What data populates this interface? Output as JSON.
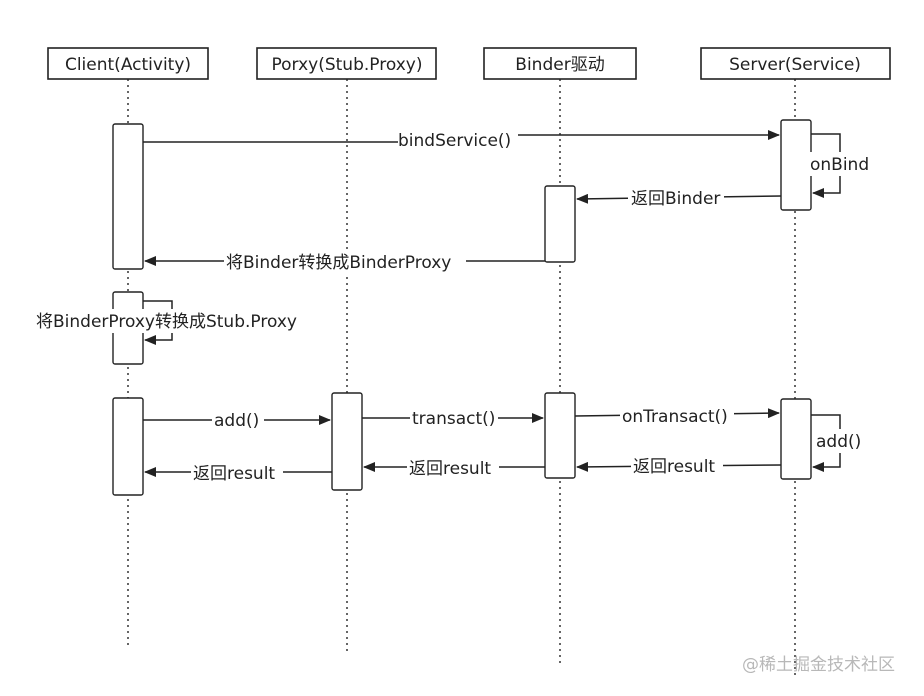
{
  "participants": [
    {
      "id": "client",
      "label": "Client(Activity)"
    },
    {
      "id": "proxy",
      "label": "Porxy(Stub.Proxy)"
    },
    {
      "id": "binder",
      "label": "Binder驱动"
    },
    {
      "id": "server",
      "label": "Server(Service)"
    }
  ],
  "messages": {
    "bind_service": "bindService()",
    "on_bind": "onBind",
    "return_binder": "返回Binder",
    "convert_binder_proxy": "将Binder转换成BinderProxy",
    "convert_stub_proxy": "将BinderProxy转换成Stub.Proxy",
    "add_call": "add()",
    "transact": "transact()",
    "on_transact": "onTransact()",
    "server_add": "add()",
    "return_result_client": "返回result",
    "return_result_proxy": "返回result",
    "return_result_binder": "返回result"
  },
  "watermark": "@稀土掘金技术社区"
}
